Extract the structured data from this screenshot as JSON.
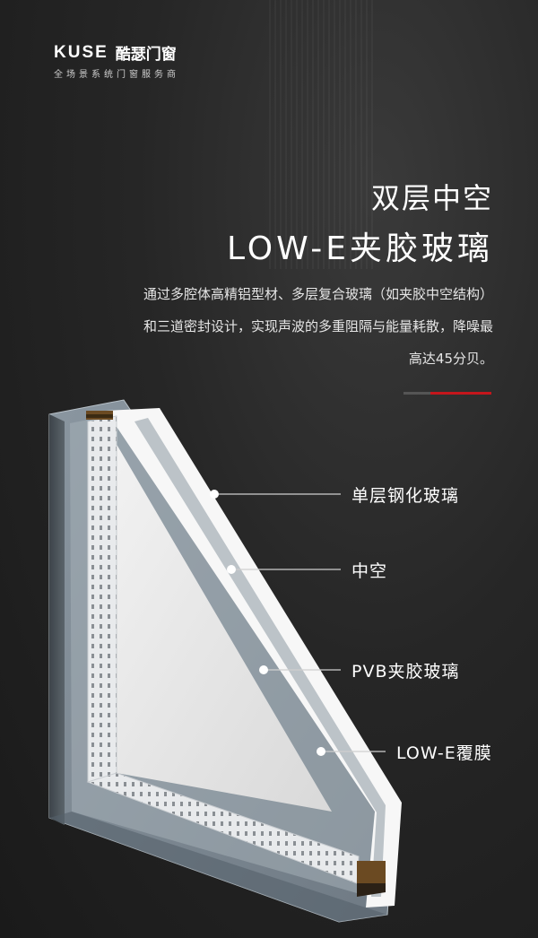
{
  "brand": {
    "logo_en": "KUSE",
    "logo_cn": "酷瑟门窗",
    "tagline": "全场景系统门窗服务商"
  },
  "headline": {
    "line1": "双层中空",
    "line2": "LOW-E夹胶玻璃"
  },
  "description": {
    "line1": "通过多腔体高精铝型材、多层复合玻璃（如夹胶中空结构）",
    "line2": "和三道密封设计，实现声波的多重阻隔与能量耗散，降噪最",
    "line3": "高达45分贝。"
  },
  "layers": [
    "单层钢化玻璃",
    "中空",
    "PVB夹胶玻璃",
    "LOW-E覆膜"
  ],
  "colors": {
    "accent_red": "#c4161c",
    "background": "#262626"
  }
}
